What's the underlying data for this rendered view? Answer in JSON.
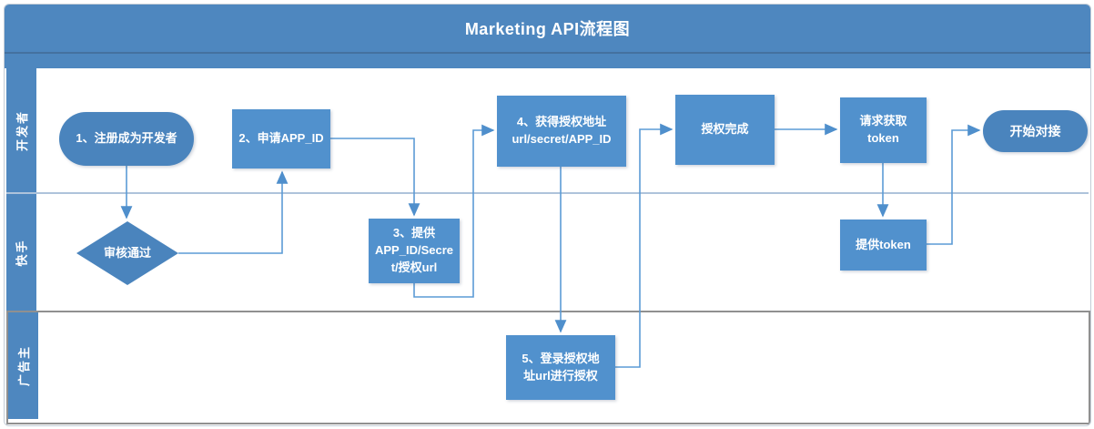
{
  "title": "Marketing API流程图",
  "lanes": [
    {
      "id": "developer",
      "label": "开发者"
    },
    {
      "id": "kuaishou",
      "label": "快手"
    },
    {
      "id": "advertiser",
      "label": "广告主"
    }
  ],
  "nodes": {
    "register": {
      "label": "1、注册成为开发者",
      "type": "terminator",
      "lane": "开发者"
    },
    "apply_app_id": {
      "label": "2、申请APP_ID",
      "type": "process",
      "lane": "开发者"
    },
    "review_passed": {
      "label": "审核通过",
      "type": "decision",
      "lane": "快手"
    },
    "provide_credentials": {
      "label": "3、提供\nAPP_ID/Secre\nt/授权url",
      "type": "process",
      "lane": "快手"
    },
    "get_auth_url": {
      "label": "4、获得授权地址\nurl/secret/APP_ID",
      "type": "process",
      "lane": "开发者"
    },
    "login_authorize": {
      "label": "5、登录授权地\n址url进行授权",
      "type": "process",
      "lane": "广告主"
    },
    "auth_complete": {
      "label": "授权完成",
      "type": "process",
      "lane": "开发者"
    },
    "request_token": {
      "label": "请求获取\ntoken",
      "type": "process",
      "lane": "开发者"
    },
    "provide_token": {
      "label": "提供token",
      "type": "process",
      "lane": "快手"
    },
    "start_integration": {
      "label": "开始对接",
      "type": "terminator",
      "lane": "开发者"
    }
  },
  "edges": [
    {
      "from": "register",
      "to": "review_passed"
    },
    {
      "from": "review_passed",
      "to": "apply_app_id"
    },
    {
      "from": "apply_app_id",
      "to": "provide_credentials"
    },
    {
      "from": "provide_credentials",
      "to": "get_auth_url"
    },
    {
      "from": "get_auth_url",
      "to": "login_authorize"
    },
    {
      "from": "login_authorize",
      "to": "auth_complete"
    },
    {
      "from": "auth_complete",
      "to": "request_token"
    },
    {
      "from": "request_token",
      "to": "provide_token"
    },
    {
      "from": "provide_token",
      "to": "start_integration"
    }
  ],
  "colors": {
    "header_blue": "#4e87bf",
    "process_fill": "#5191cd",
    "terminator_fill": "#4a84bd",
    "connector_blue": "#5b9bd5",
    "lane_divider": "#aec3db",
    "selected_lane_border": "#909090",
    "text": "#ffffff"
  }
}
